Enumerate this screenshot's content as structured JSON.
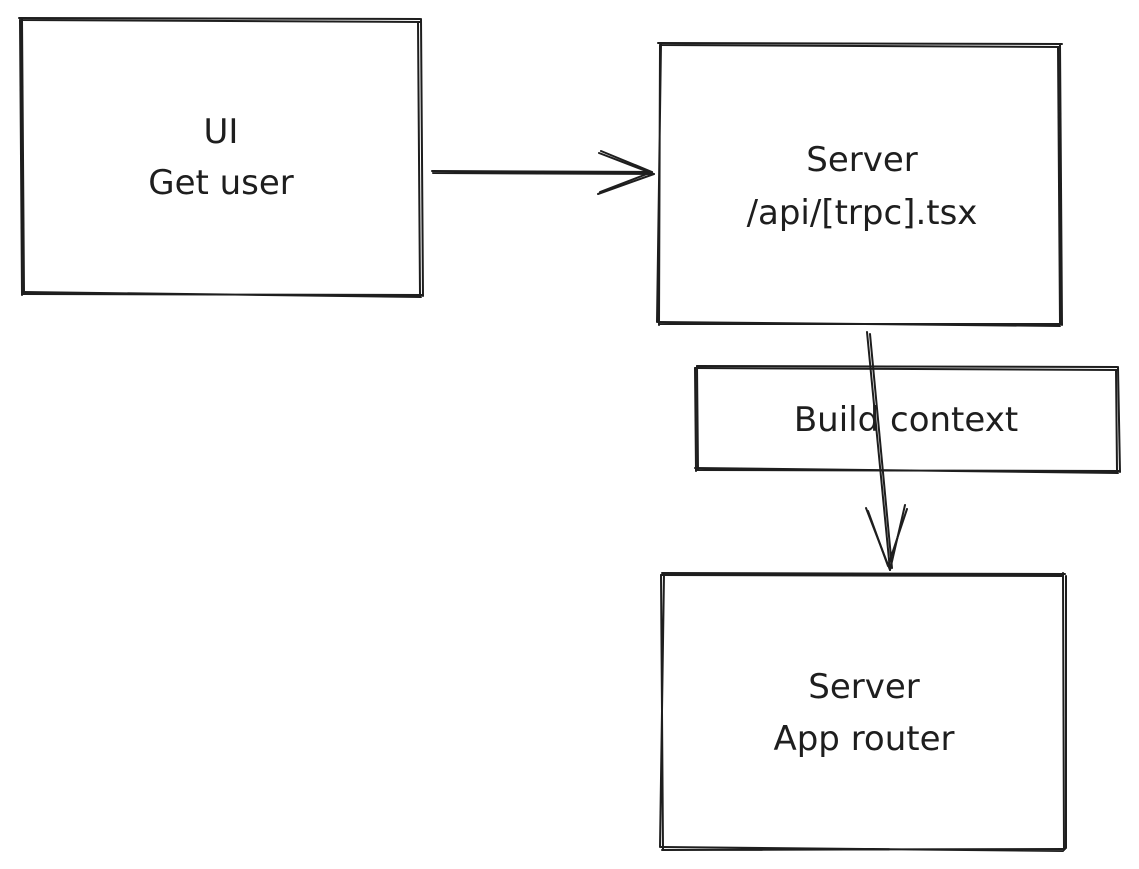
{
  "diagram": {
    "ui_box": {
      "line1": "UI",
      "line2": "Get user"
    },
    "api_server_box": {
      "line1": "Server",
      "line2": "/api/[trpc].tsx"
    },
    "context_box": {
      "label": "Build context"
    },
    "app_server_box": {
      "line1": "Server",
      "line2": "App router"
    },
    "colors": {
      "stroke": "#1e1e1e",
      "background": "#ffffff"
    }
  }
}
